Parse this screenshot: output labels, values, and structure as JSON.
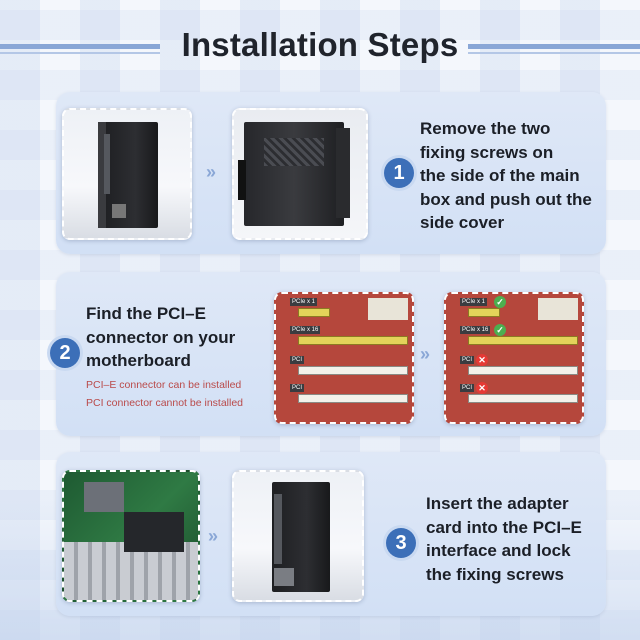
{
  "header": {
    "title": "Installation Steps"
  },
  "steps": [
    {
      "number": "1",
      "lines": [
        "Remove the two",
        "fixing screws on",
        "the side of the main",
        "box and push out the",
        "side cover"
      ]
    },
    {
      "number": "2",
      "lines": [
        "Find the PCI–E",
        "connector on your",
        "motherboard"
      ],
      "notes": [
        "PCI–E connector can be installed",
        "PCI connector cannot be installed"
      ],
      "slot_labels": [
        "PCIe x 1",
        "PCIe x 16",
        "PCI",
        "PCI"
      ]
    },
    {
      "number": "3",
      "lines": [
        "Insert the adapter",
        "card into the PCI–E",
        "interface and lock",
        "the fixing screws"
      ]
    }
  ],
  "arrow_glyph": "»",
  "colors": {
    "accent": "#3c6fb8",
    "panel": "#d8e4f6",
    "note": "#b94a4a"
  }
}
